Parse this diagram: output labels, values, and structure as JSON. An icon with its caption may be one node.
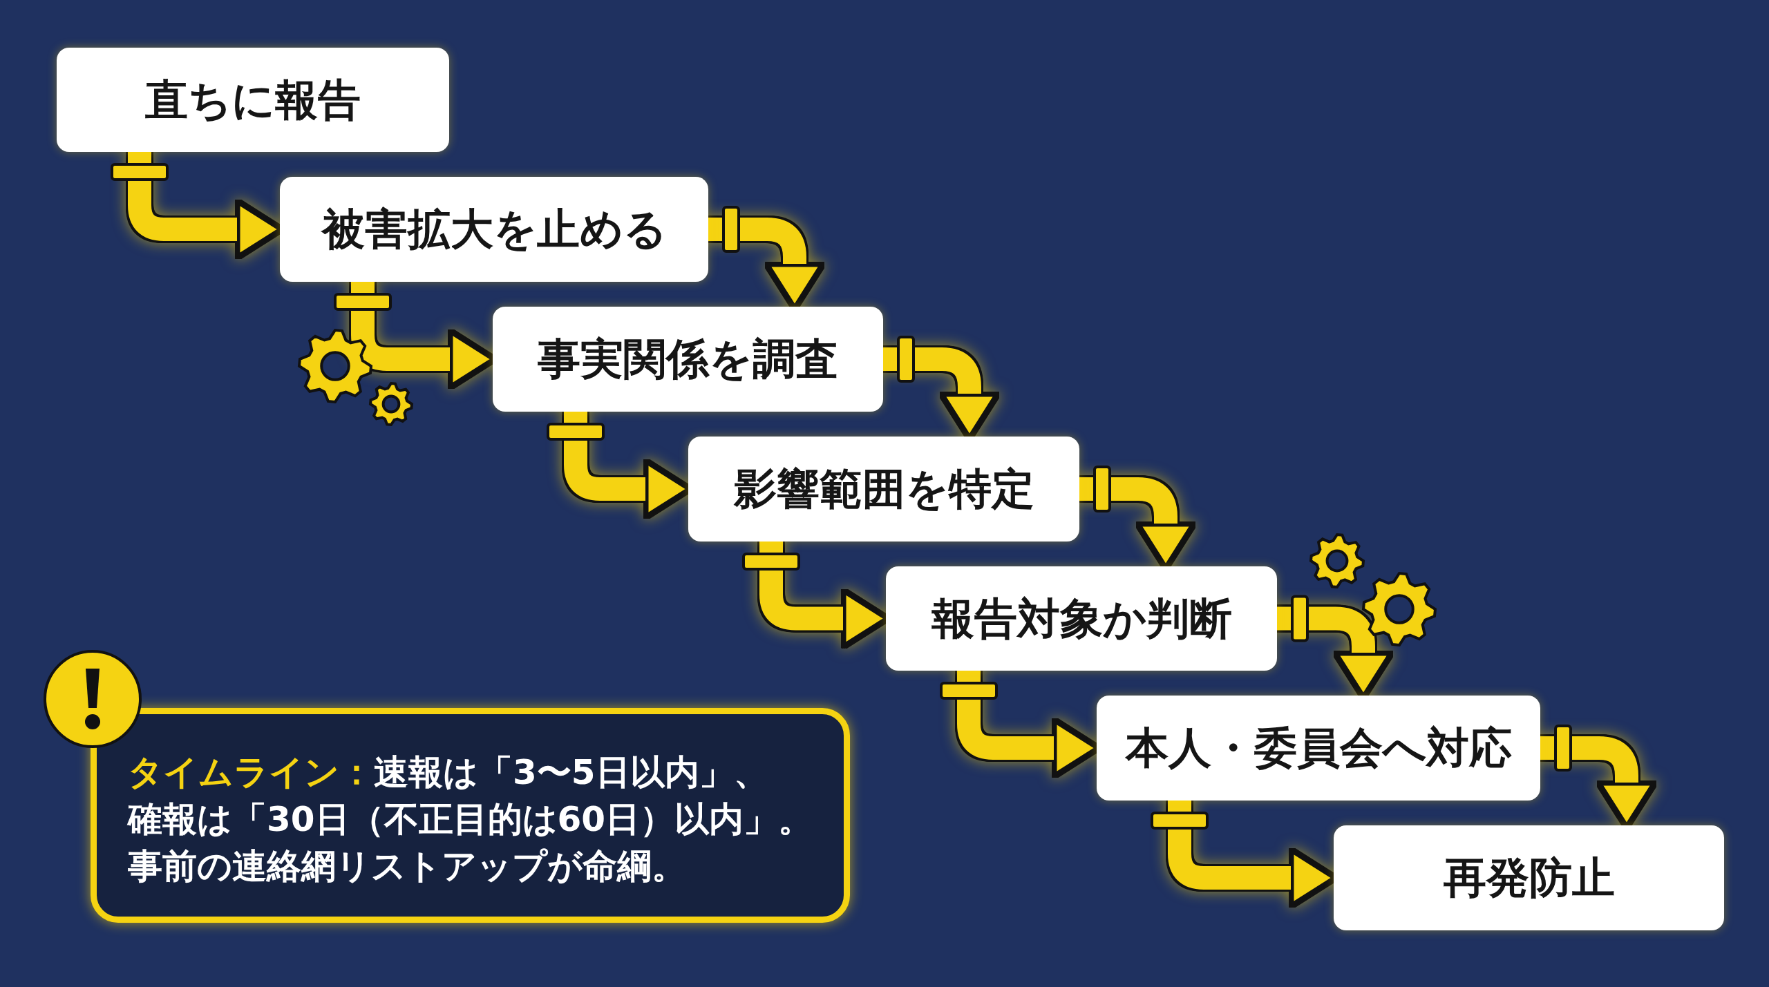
{
  "diagram": {
    "nodes": [
      {
        "text": [
          "直ちに報告"
        ]
      },
      {
        "text": [
          "被害拡大を止める"
        ]
      },
      {
        "text": [
          "事実関係を調査"
        ]
      },
      {
        "text": [
          "影響範囲を特定"
        ]
      },
      {
        "text": [
          "報告対象か判断"
        ]
      },
      {
        "text": [
          "本人・委員会へ対応"
        ]
      },
      {
        "text": [
          "再発防止"
        ]
      },
      {
        "text": [
          "**タイムライン：**速報は「3〜5日以内」、確報は「30日（不正目的は60日）以内」。事前の連絡網リストアップが命綱。"
        ]
      }
    ],
    "edges": [
      {
        "from": 0,
        "to": 1,
        "arrow": "to"
      },
      {
        "from": 1,
        "to": 2,
        "arrow": "to"
      },
      {
        "from": 2,
        "to": 3,
        "arrow": "to"
      },
      {
        "from": 3,
        "to": 4,
        "arrow": "to"
      },
      {
        "from": 4,
        "to": 5,
        "arrow": "to"
      },
      {
        "from": 5,
        "to": 6,
        "arrow": "to"
      },
      {
        "from": 1,
        "to": 2,
        "arrow": "to"
      },
      {
        "from": 2,
        "to": 3,
        "arrow": "to"
      },
      {
        "from": 3,
        "to": 4,
        "arrow": "to"
      },
      {
        "from": 4,
        "to": 5,
        "arrow": "to"
      },
      {
        "from": 5,
        "to": 6,
        "arrow": "to"
      }
    ]
  }
}
